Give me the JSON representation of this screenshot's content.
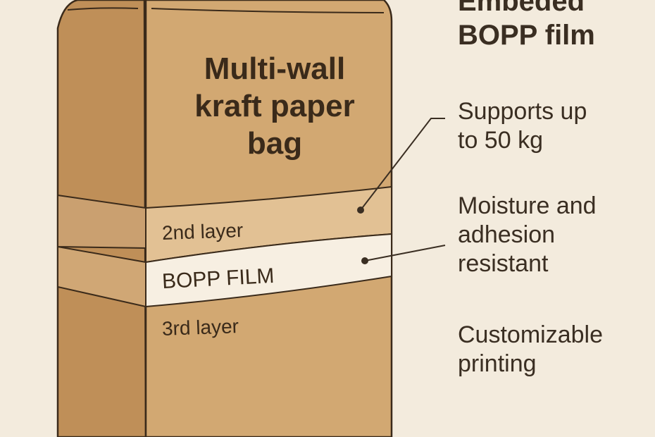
{
  "bag": {
    "title_lines": [
      "Multi-wall",
      "kraft paper",
      "bag"
    ],
    "layers": [
      "2nd layer",
      "BOPP FILM",
      "3rd layer"
    ]
  },
  "features": {
    "heading_lines": [
      "Embeded",
      "BOPP film"
    ],
    "strength": [
      "Supports up",
      "to 50 kg"
    ],
    "resistance": [
      "Moisture and",
      "adhesion",
      "resistant"
    ],
    "printing": [
      "Customizable",
      "printing"
    ]
  },
  "colors": {
    "background": "#f3ebdd",
    "kraft": "#d2a872",
    "kraft_side": "#bf8f58",
    "film": "#f7efe2",
    "ink": "#3a2e22"
  }
}
